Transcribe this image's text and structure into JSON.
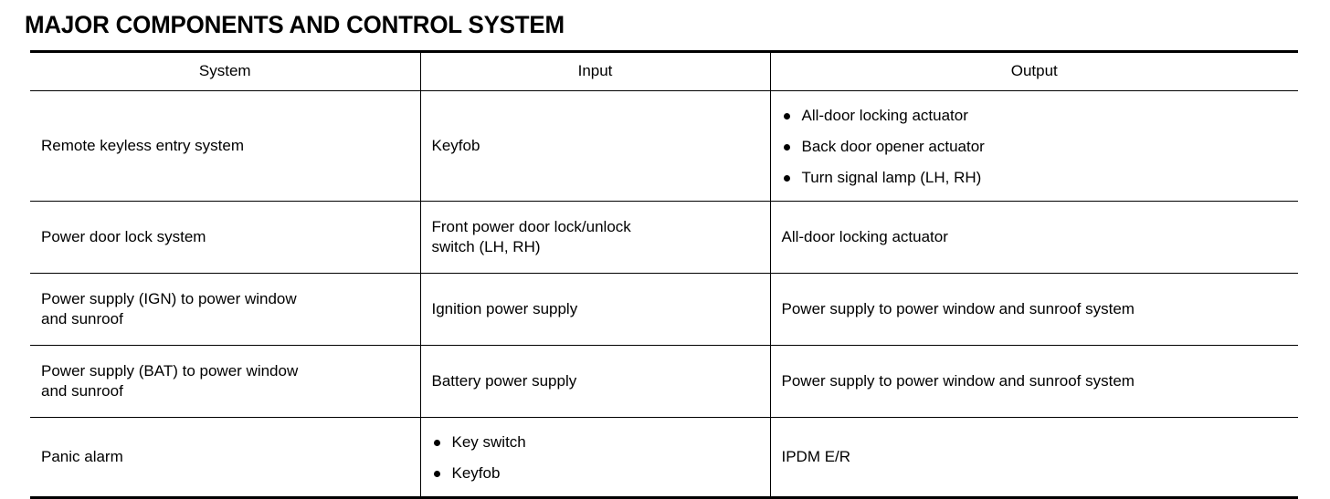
{
  "document": {
    "title": "MAJOR COMPONENTS AND CONTROL SYSTEM"
  },
  "table": {
    "headers": {
      "system": "System",
      "input": "Input",
      "output": "Output"
    },
    "rows": [
      {
        "system": "Remote keyless entry system",
        "input": "Keyfob",
        "output_bullets": [
          "All-door locking actuator",
          "Back door opener actuator",
          "Turn signal lamp (LH, RH)"
        ]
      },
      {
        "system": "Power door lock system",
        "input_line1": "Front power door lock/unlock",
        "input_line2": "switch (LH, RH)",
        "output": "All-door locking actuator"
      },
      {
        "system_line1": "Power supply (IGN) to power window",
        "system_line2": "and sunroof",
        "input": "Ignition power supply",
        "output": "Power supply to power window and sunroof system"
      },
      {
        "system_line1": "Power supply (BAT) to power window",
        "system_line2": "and sunroof",
        "input": "Battery power supply",
        "output": "Power supply to power window and sunroof system"
      },
      {
        "system": "Panic alarm",
        "input_bullets": [
          "Key switch",
          "Keyfob"
        ],
        "output": "IPDM E/R"
      }
    ]
  },
  "colors": {
    "text": "#000000",
    "background": "#ffffff",
    "rule": "#000000"
  }
}
